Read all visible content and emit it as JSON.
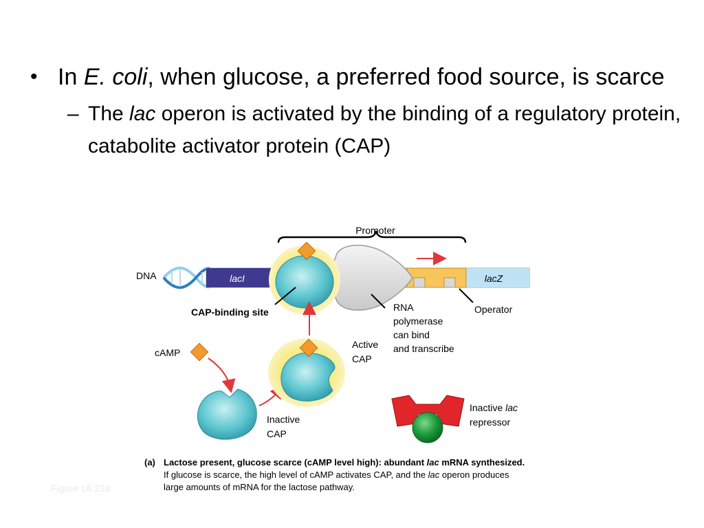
{
  "slide": {
    "bullet1_pre": "In ",
    "bullet1_italic": "E. coli",
    "bullet1_post": ", when glucose, a preferred food source, is scarce",
    "bullet2_pre": "The ",
    "bullet2_italic": "lac",
    "bullet2_post": " operon is activated by the binding of a regulatory protein, catabolite activator protein (CAP)",
    "bullet_glyph": "•",
    "dash_glyph": "–"
  },
  "figure": {
    "promoter": "Promoter",
    "dna": "DNA",
    "lacI": "lacI",
    "lacZ": "lacZ",
    "cap_binding_site": "CAP-binding site",
    "rna_pol": [
      "RNA",
      "polymerase",
      "can bind",
      "and transcribe"
    ],
    "operator": "Operator",
    "camp": "cAMP",
    "active_cap": [
      "Active",
      "CAP"
    ],
    "inactive_cap": [
      "Inactive",
      "CAP"
    ],
    "inactive_repressor_pre": "Inactive ",
    "inactive_repressor_italic": "lac",
    "inactive_repressor_line2": "repressor",
    "caption_label": "(a)",
    "caption_bold_pre": "Lactose present, glucose scarce (cAMP level high): abundant ",
    "caption_bold_italic": "lac",
    "caption_bold_post": " mRNA synthesized.",
    "caption_line2_pre": "If glucose is scarce, the high level of cAMP activates CAP, and the ",
    "caption_line2_italic": "lac",
    "caption_line2_post": " operon produces",
    "caption_line3": "large amounts of mRNA for the lactose pathway.",
    "figure_ref": "Figure 18.23a",
    "colors": {
      "dna_dark": "#3f3a8f",
      "cap_teal": "#5ec6d0",
      "cap_glow": "#f7ec8a",
      "camp_orange": "#f29a2e",
      "repressor_red": "#e0262b",
      "inducer_green": "#1a9a3c",
      "arrow_red": "#e0383a",
      "operator_yellow": "#f7c55a",
      "lacz_blue": "#bfe3f5"
    }
  }
}
